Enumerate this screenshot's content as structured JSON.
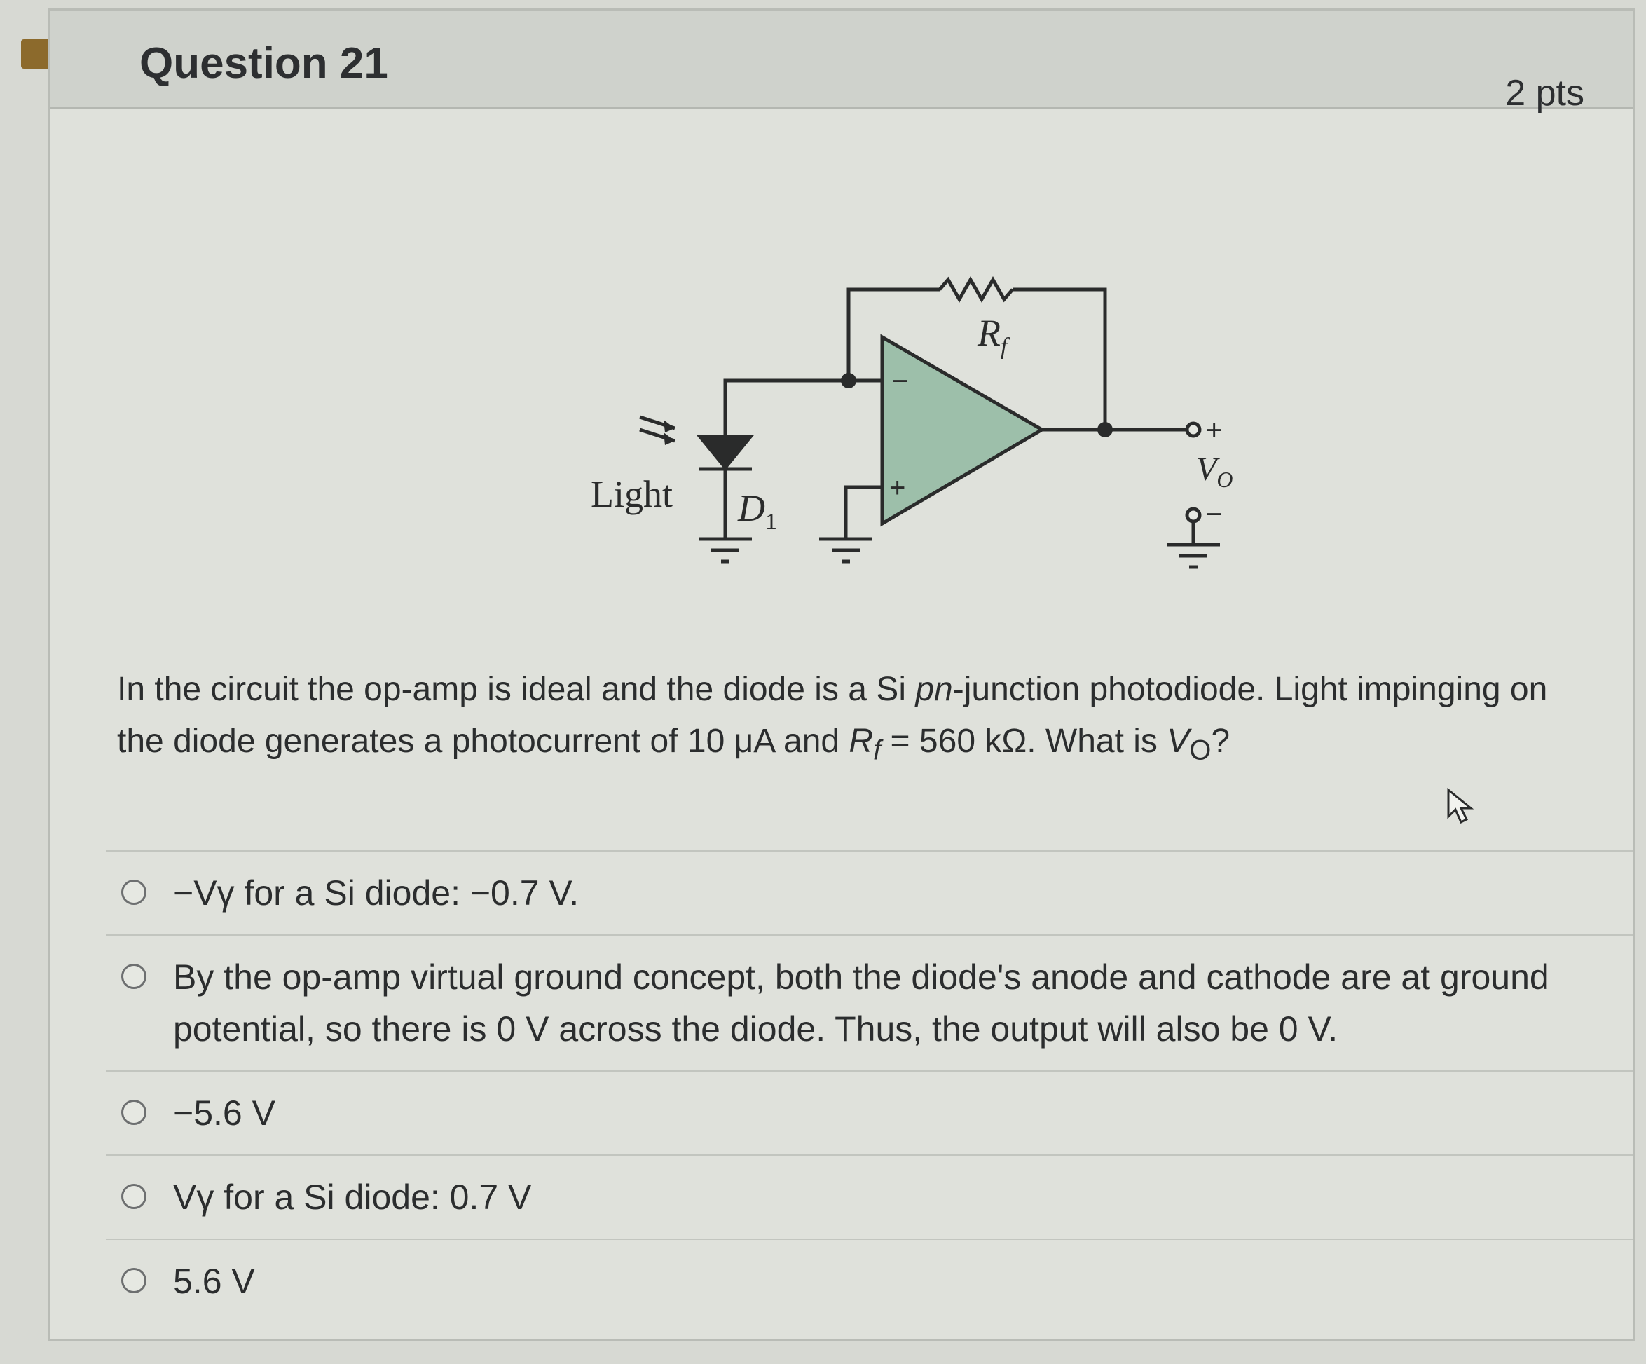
{
  "question": {
    "title": "Question 21",
    "points": "2 pts",
    "text_part1": "In the circuit the op-amp is ideal and the diode is a Si ",
    "text_pn": "pn",
    "text_part2": "-junction photodiode. Light impinging on the diode generates a photocurrent of 10 μA and ",
    "text_rf": "R",
    "text_rf_sub": "f",
    "text_part3": " = 560 kΩ. What is ",
    "text_vo": "V",
    "text_vo_sub": "O",
    "text_part4": "?"
  },
  "diagram": {
    "light_label": "Light",
    "diode_label": "D",
    "diode_sub": "1",
    "resistor_label": "R",
    "resistor_sub": "f",
    "minus_input": "−",
    "plus_input": "+",
    "output_plus": "+",
    "output_label": "V",
    "output_sub": "O",
    "output_minus": "−",
    "colors": {
      "opamp_fill": "#9dbfaa",
      "wire": "#2a2b2b"
    }
  },
  "answers": [
    {
      "label": "−Vγ for a Si diode: −0.7 V."
    },
    {
      "label": "By the op-amp virtual ground concept, both the diode's anode and cathode are at ground potential, so there is 0 V across the diode. Thus, the output will also be 0 V."
    },
    {
      "label": "−5.6 V"
    },
    {
      "label": "Vγ for a Si diode: 0.7 V"
    },
    {
      "label": "5.6 V"
    }
  ],
  "icons": {
    "flag": "bookmark-flag-icon",
    "radio": "radio-button-icon",
    "cursor": "mouse-cursor-icon"
  }
}
